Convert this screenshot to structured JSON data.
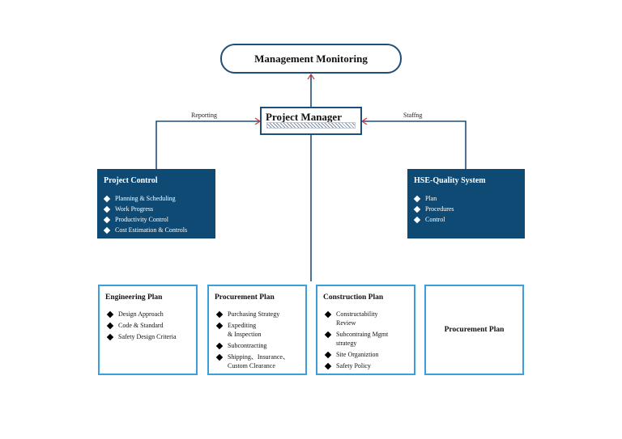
{
  "top": {
    "title": "Management Monitoring"
  },
  "manager": {
    "title": "Project Manager"
  },
  "edges": {
    "left_label": "Reporting",
    "right_label": "Staffng"
  },
  "project_control": {
    "title": "Project Control",
    "items": [
      "Planning & Scheduling",
      "Work Progress",
      "Productivity Control",
      "Cost Estimation & Controls"
    ]
  },
  "hse": {
    "title": "HSE-Quality System",
    "items": [
      "Plan",
      "Procedures",
      "Control"
    ]
  },
  "engineering": {
    "title": "Engineering Plan",
    "items": [
      "Design Approach",
      "Code & Standard",
      "Safety Design Criteria"
    ]
  },
  "procurement": {
    "title": "Procurement Plan",
    "items": [
      "Purchasing Strategy",
      "Expediting\n& Inspection",
      "Subcontracting",
      "Shipping、Insurance、\nCustom Clearance"
    ]
  },
  "construction": {
    "title": "Construction Plan",
    "items": [
      "Constructability\nReview",
      "Subcontraing Mgmt\nstrategy",
      "Site Organiztion",
      "Safety Policy"
    ]
  },
  "procurement2": {
    "title": "Procurement Plan"
  },
  "colors": {
    "dark_fill": "#0e4a73",
    "border_blue": "#3aa0dc",
    "line": "#1f4e79",
    "arrow": "#d9363e"
  }
}
